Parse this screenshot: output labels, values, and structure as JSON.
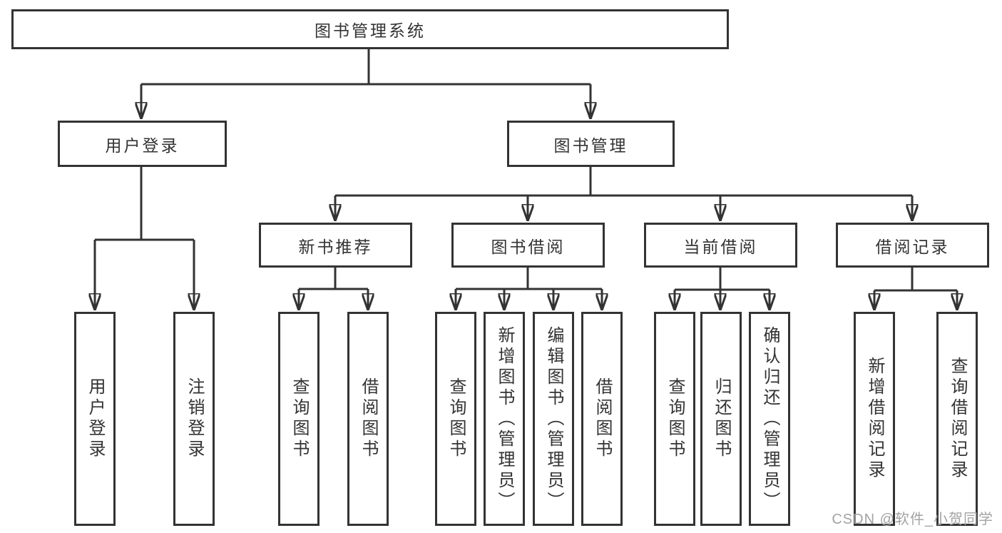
{
  "diagram": {
    "root": "图书管理系统",
    "level2": [
      "用户登录",
      "图书管理"
    ],
    "level3": [
      "新书推荐",
      "图书借阅",
      "当前借阅",
      "借阅记录"
    ],
    "user_login_children": [
      "用户登录",
      "注销登录"
    ],
    "new_books_children": [
      "查询图书",
      "借阅图书"
    ],
    "book_borrow_children": [
      "查询图书",
      "新增图书（管理员）",
      "编辑图书（管理员）",
      "借阅图书"
    ],
    "current_borrow_children": [
      "查询图书",
      "归还图书",
      "确认归还（管理员）"
    ],
    "borrow_records_children": [
      "新增借阅记录",
      "查询借阅记录"
    ]
  },
  "colors": {
    "line": "#333333",
    "text": "#333333",
    "box_fill": "#ffffff",
    "background": "#ffffff",
    "watermark": "#a3a3a3"
  },
  "watermark": "CSDN @软件_小贺同学"
}
